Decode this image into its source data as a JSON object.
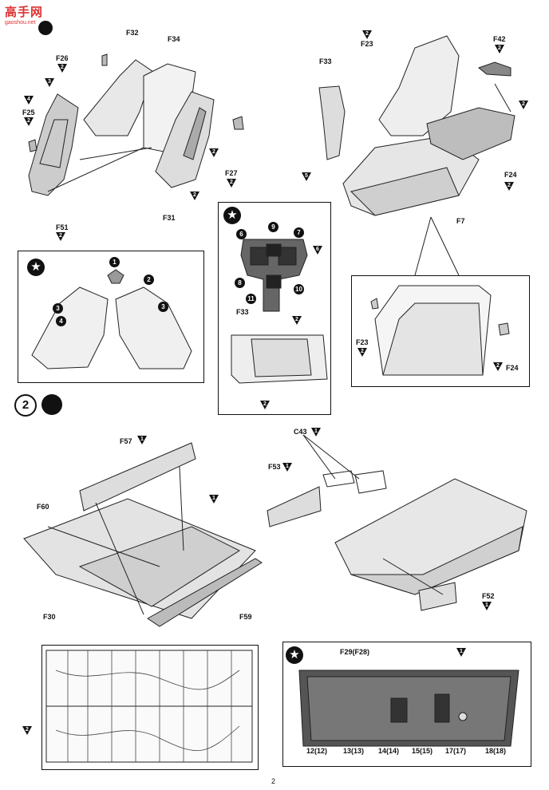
{
  "watermark": {
    "text": "高手网",
    "subtext": "gaoshou.net"
  },
  "page_number": "2",
  "step2": {
    "number": "2"
  },
  "labels": {
    "f32": "F32",
    "f34": "F34",
    "f26": "F26",
    "f25": "F25",
    "f27": "F27",
    "f31": "F31",
    "f51": "F51",
    "f23_top": "F23",
    "f42": "F42",
    "f33_top": "F33",
    "f24_top": "F24",
    "f7": "F7",
    "f33_panel": "F33",
    "f23_detail": "F23",
    "f24_detail": "F24",
    "f57": "F57",
    "f60": "F60",
    "f30": "F30",
    "f59": "F59",
    "c43": "C43",
    "f53": "F53",
    "f52": "F52",
    "f29": "F29(F28)"
  },
  "triangles": {
    "t_f26": "2",
    "t_3a": "3",
    "t_4a": "4",
    "t_f25": "2",
    "t_f51": "2",
    "t_f27": "2",
    "t_f31": "2",
    "t_2b": "2",
    "t_f23top": "2",
    "t_f42": "2",
    "t_5": "5",
    "t_f24top": "2",
    "t_6": "6",
    "t_f33p": "2",
    "t_bot": "2",
    "t_f23d": "2",
    "t_f24d": "2",
    "t_1a": "1",
    "t_1b": "1",
    "t_c43": "1",
    "t_f53": "1",
    "t_f52": "1",
    "t_f29": "1",
    "t_bl": "2"
  },
  "callouts_star": [
    "1",
    "2",
    "3",
    "3",
    "4"
  ],
  "callouts_panel": [
    "6",
    "9",
    "7",
    "8",
    "10",
    "11"
  ],
  "callouts_bottom": [
    "12(12)",
    "13(13)",
    "14(14)",
    "15(15)",
    "17(17)",
    "18(18)"
  ]
}
